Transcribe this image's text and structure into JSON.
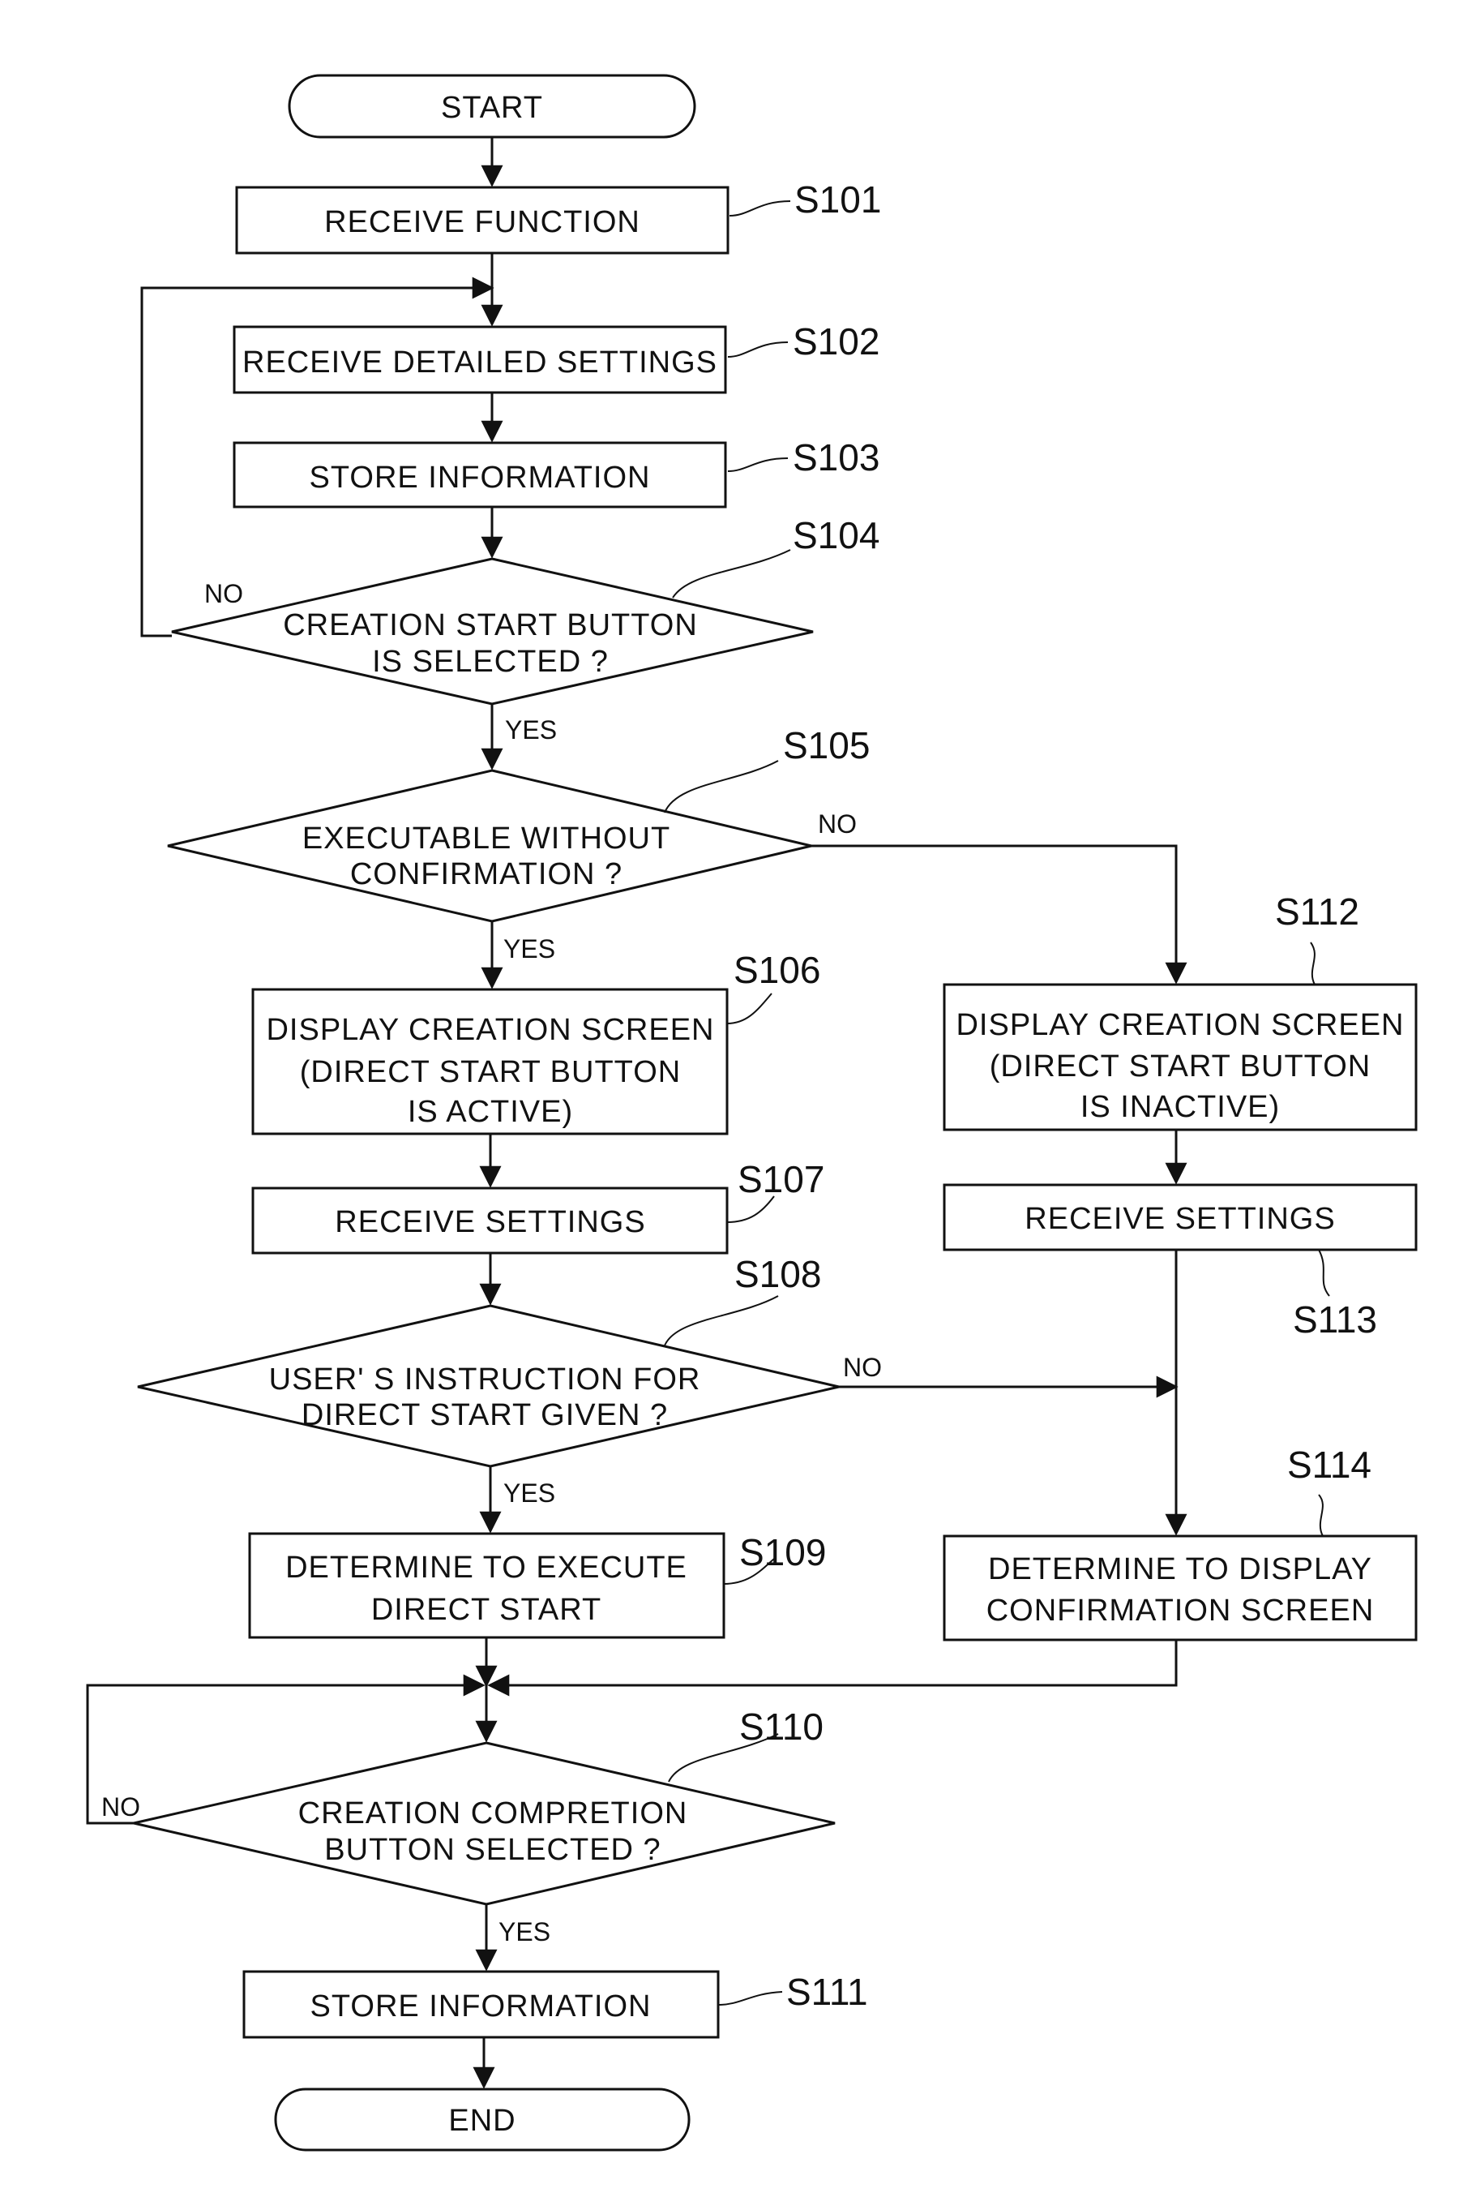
{
  "nodes": {
    "start": {
      "label": "START"
    },
    "s101": {
      "lines": [
        "RECEIVE FUNCTION"
      ]
    },
    "s102": {
      "lines": [
        "RECEIVE DETAILED SETTINGS"
      ]
    },
    "s103": {
      "lines": [
        "STORE INFORMATION"
      ]
    },
    "s104": {
      "lines": [
        "CREATION START BUTTON",
        "IS SELECTED ?"
      ]
    },
    "s105": {
      "lines": [
        "EXECUTABLE WITHOUT",
        "CONFIRMATION ?"
      ]
    },
    "s106": {
      "lines": [
        "DISPLAY CREATION SCREEN",
        "(DIRECT START BUTTON",
        "IS ACTIVE)"
      ]
    },
    "s107": {
      "lines": [
        "RECEIVE SETTINGS"
      ]
    },
    "s108": {
      "lines": [
        "USER' S INSTRUCTION FOR",
        "DIRECT START GIVEN ?"
      ]
    },
    "s109": {
      "lines": [
        "DETERMINE TO EXECUTE",
        "DIRECT START"
      ]
    },
    "s110": {
      "lines": [
        "CREATION COMPRETION",
        "BUTTON SELECTED ?"
      ]
    },
    "s111": {
      "lines": [
        "STORE INFORMATION"
      ]
    },
    "s112": {
      "lines": [
        "DISPLAY CREATION SCREEN",
        "(DIRECT START BUTTON",
        "IS INACTIVE)"
      ]
    },
    "s113": {
      "lines": [
        "RECEIVE SETTINGS"
      ]
    },
    "s114": {
      "lines": [
        "DETERMINE  TO DISPLAY",
        "CONFIRMATION SCREEN"
      ]
    },
    "end": {
      "label": "END"
    }
  },
  "step_labels": {
    "s101": "S101",
    "s102": "S102",
    "s103": "S103",
    "s104": "S104",
    "s105": "S105",
    "s106": "S106",
    "s107": "S107",
    "s108": "S108",
    "s109": "S109",
    "s110": "S110",
    "s111": "S111",
    "s112": "S112",
    "s113": "S113",
    "s114": "S114"
  },
  "branch_labels": {
    "s104_no": "NO",
    "s104_yes": "YES",
    "s105_no": "NO",
    "s105_yes": "YES",
    "s108_no": "NO",
    "s108_yes": "YES",
    "s110_no": "NO",
    "s110_yes": "YES"
  }
}
